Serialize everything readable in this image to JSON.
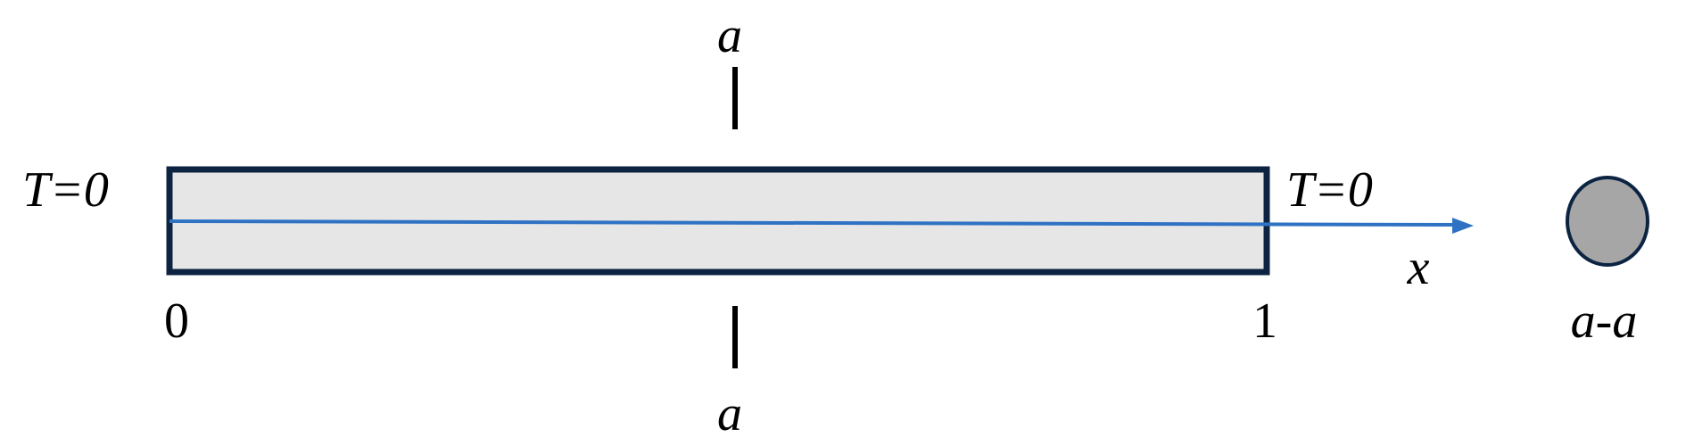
{
  "labels": {
    "section_top": "a",
    "section_bottom": "a",
    "left_boundary": "T=0",
    "right_boundary": "T=0",
    "x_start": "0",
    "x_end": "1",
    "axis": "x",
    "cross_section": "a-a"
  },
  "colors": {
    "rod_fill": "#e6e6e6",
    "rod_border": "#0c2442",
    "axis_line": "#2f72c4",
    "section_marker": "#000000",
    "cross_section_fill": "#a6a6a6",
    "cross_section_border": "#0c2442"
  }
}
